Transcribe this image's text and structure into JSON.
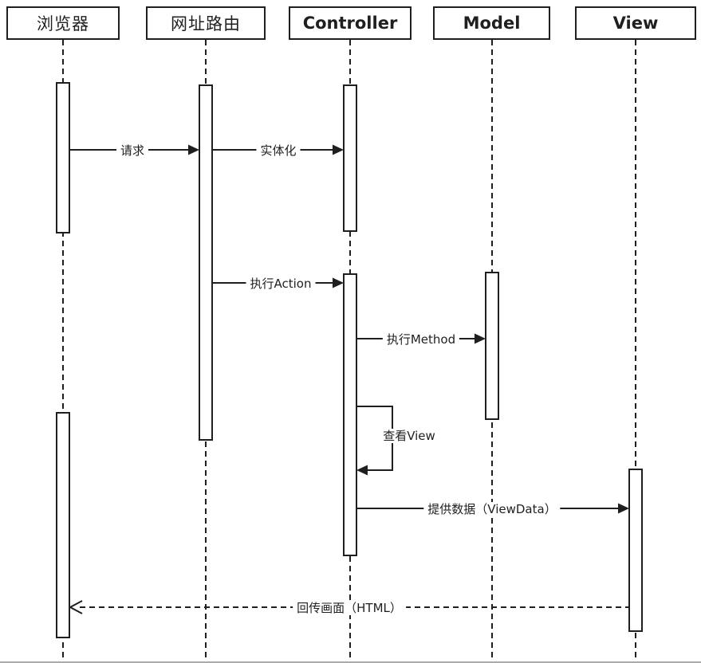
{
  "diagram_type": "uml-sequence",
  "colors": {
    "line": "#1f1f1f",
    "background": "#ffffff",
    "box_fill": "#ffffff"
  },
  "lifelines": [
    {
      "id": "browser",
      "label": "浏览器"
    },
    {
      "id": "url-router",
      "label": "网址路由"
    },
    {
      "id": "controller",
      "label": "Controller"
    },
    {
      "id": "model",
      "label": "Model"
    },
    {
      "id": "view",
      "label": "View"
    }
  ],
  "messages": [
    {
      "id": "request",
      "label": "请求",
      "from": "浏览器",
      "to": "网址路由",
      "style": "solid-filled-arrow"
    },
    {
      "id": "instantiate",
      "label": "实体化",
      "from": "网址路由",
      "to": "Controller",
      "style": "solid-filled-arrow"
    },
    {
      "id": "execute-action",
      "label": "执行Action",
      "from": "网址路由",
      "to": "Controller",
      "style": "solid-filled-arrow"
    },
    {
      "id": "execute-method",
      "label": "执行Method",
      "from": "Controller",
      "to": "Model",
      "style": "solid-filled-arrow"
    },
    {
      "id": "lookup-view",
      "label": "查看View",
      "from": "Controller",
      "to": "Controller",
      "style": "self-message"
    },
    {
      "id": "provide-viewdata",
      "label": "提供数据（ViewData）",
      "from": "Controller",
      "to": "View",
      "style": "solid-filled-arrow"
    },
    {
      "id": "return-html",
      "label": "回传画面（HTML）",
      "from": "View",
      "to": "浏览器",
      "style": "dashed-open-arrow"
    }
  ]
}
